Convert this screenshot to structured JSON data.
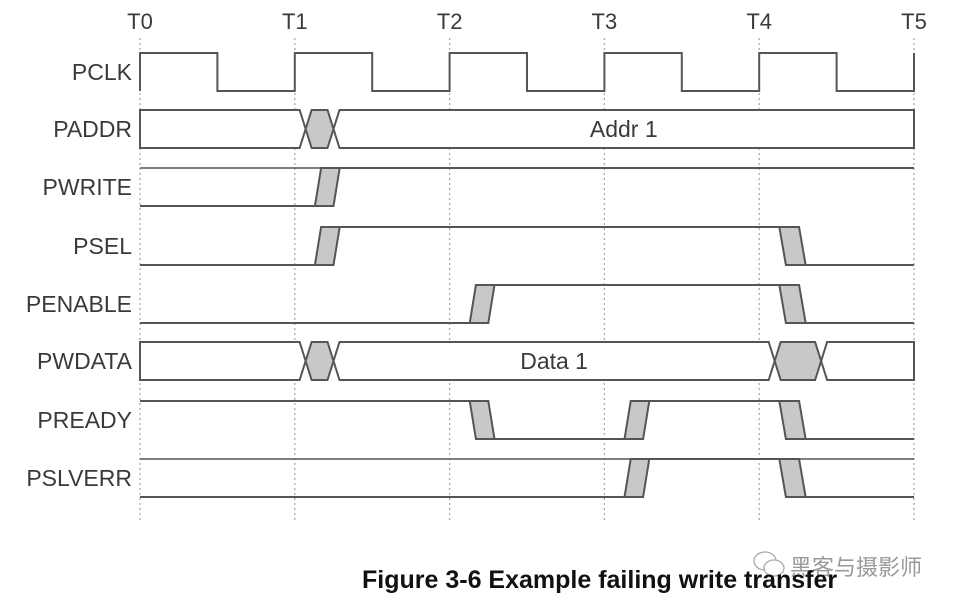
{
  "caption": "Figure 3-6 Example failing write transfer",
  "watermark": "黑客与摄影师",
  "colors": {
    "line": "#555555",
    "fill": "#c8c8c8",
    "grid": "#aaaaaa",
    "text": "#3a3a3a"
  },
  "time_labels": [
    "T0",
    "T1",
    "T2",
    "T3",
    "T4",
    "T5"
  ],
  "signals": [
    {
      "name": "PCLK",
      "type": "clock"
    },
    {
      "name": "PADDR",
      "type": "bus",
      "changes": [
        [
          1.07,
          1.25
        ]
      ],
      "value_label": "Addr 1"
    },
    {
      "name": "PWRITE",
      "type": "bit",
      "initial": 0,
      "top_always": true,
      "edges": [
        [
          1.13,
          1.29,
          1
        ]
      ]
    },
    {
      "name": "PSEL",
      "type": "bit",
      "initial": 0,
      "edges": [
        [
          1.13,
          1.29,
          1
        ],
        [
          4.13,
          4.3,
          0
        ]
      ]
    },
    {
      "name": "PENABLE",
      "type": "bit",
      "initial": 0,
      "edges": [
        [
          2.13,
          2.29,
          1
        ],
        [
          4.13,
          4.3,
          0
        ]
      ]
    },
    {
      "name": "PWDATA",
      "type": "bus",
      "changes": [
        [
          1.07,
          1.25
        ],
        [
          4.1,
          4.4
        ]
      ],
      "value_label": "Data 1"
    },
    {
      "name": "PREADY",
      "type": "bit",
      "initial": 1,
      "edges": [
        [
          2.13,
          2.29,
          0
        ],
        [
          3.13,
          3.29,
          1
        ],
        [
          4.13,
          4.3,
          0
        ]
      ]
    },
    {
      "name": "PSLVERR",
      "type": "bit",
      "initial": 0,
      "top_always": true,
      "edges": [
        [
          3.13,
          3.29,
          1
        ],
        [
          4.13,
          4.3,
          0
        ]
      ]
    }
  ]
}
